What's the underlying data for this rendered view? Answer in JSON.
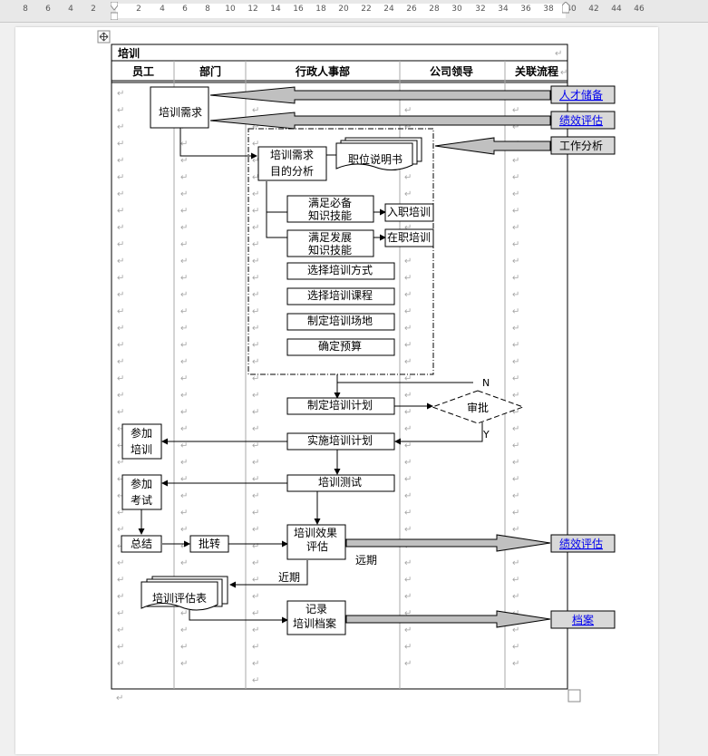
{
  "ruler": {
    "ticks": [
      "8",
      "6",
      "4",
      "2",
      "2",
      "4",
      "6",
      "8",
      "10",
      "12",
      "14",
      "16",
      "18",
      "20",
      "22",
      "24",
      "26",
      "28",
      "30",
      "32",
      "34",
      "36",
      "38",
      "40",
      "42",
      "44",
      "46"
    ]
  },
  "table": {
    "title": "培训",
    "headers": [
      "员工",
      "部门",
      "行政人事部",
      "公司领导",
      "关联流程"
    ]
  },
  "nodes": {
    "training_need": "培训需求",
    "need_analysis_1": "培训需求",
    "need_analysis_2": "目的分析",
    "job_description": "职位说明书",
    "basic_skill_1": "满足必备",
    "basic_skill_2": "知识技能",
    "dev_skill_1": "满足发展",
    "dev_skill_2": "知识技能",
    "onboard_training": "入职培训",
    "onjob_training": "在职培训",
    "choose_method": "选择培训方式",
    "choose_course": "选择培训课程",
    "set_venue": "制定培训场地",
    "set_budget": "确定预算",
    "make_plan": "制定培训计划",
    "approve": "审批",
    "label_n": "N",
    "label_y": "Y",
    "execute_plan": "实施培训计划",
    "join_training_1": "参加",
    "join_training_2": "培训",
    "training_test": "培训测试",
    "join_exam_1": "参加",
    "join_exam_2": "考试",
    "summary": "总结",
    "forward": "批转",
    "eval_1": "培训效果",
    "eval_2": "评估",
    "long_term": "远期",
    "short_term": "近期",
    "eval_form": "培训评估表",
    "record_1": "记录",
    "record_2": "培训档案"
  },
  "links": {
    "talent_reserve": "人才储备",
    "performance_eval_top": "绩效评估",
    "job_analysis": "工作分析",
    "performance_eval_bottom": "绩效评估",
    "archive": "档案"
  },
  "colors": {
    "link": "#0000ee",
    "arrow_fill": "#c0c0c0",
    "ref_box": "#d9d9d9",
    "paragraph_mark": "#a6a6a6"
  }
}
